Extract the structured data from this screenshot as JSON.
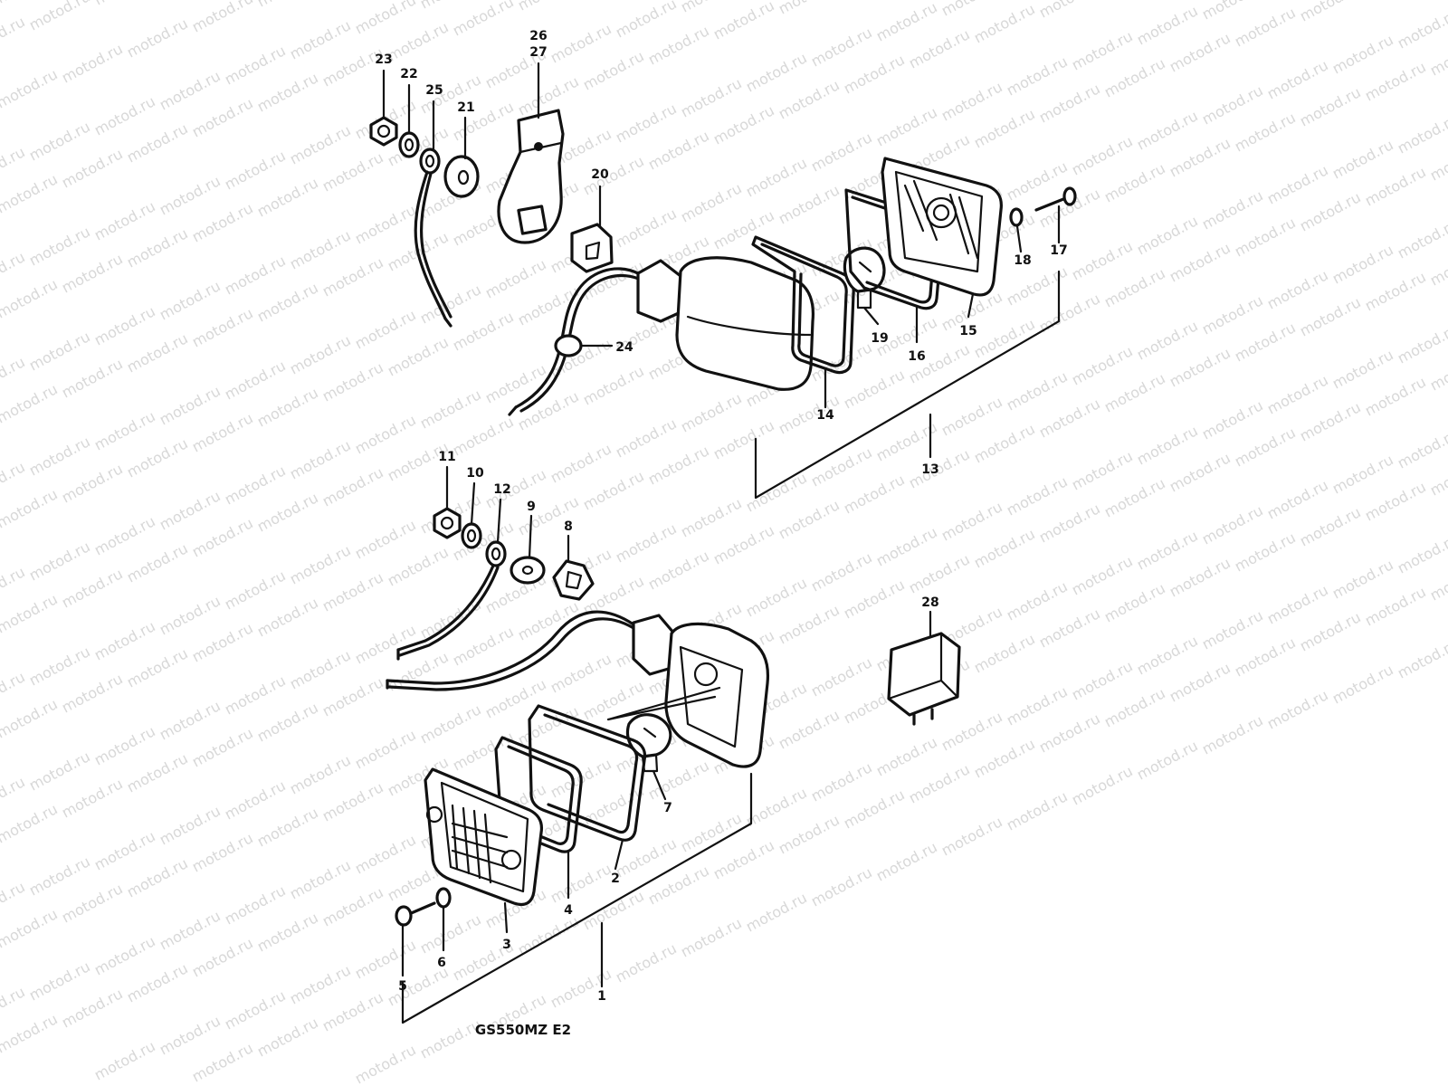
{
  "caption": "GS550MZ E2",
  "watermark": "motod.ru",
  "colors": {
    "line": "#111111",
    "background": "#ffffff",
    "watermark": "#d8d8d8"
  },
  "labels": {
    "p1": "1",
    "p2": "2",
    "p3": "3",
    "p4": "4",
    "p5": "5",
    "p6": "6",
    "p7": "7",
    "p8": "8",
    "p9": "9",
    "p10": "10",
    "p11": "11",
    "p12": "12",
    "p13": "13",
    "p14": "14",
    "p15": "15",
    "p16": "16",
    "p17": "17",
    "p18": "18",
    "p19": "19",
    "p20": "20",
    "p21": "21",
    "p22": "22",
    "p23": "23",
    "p24": "24",
    "p25": "25",
    "p26": "26",
    "p27": "27",
    "p28": "28"
  }
}
